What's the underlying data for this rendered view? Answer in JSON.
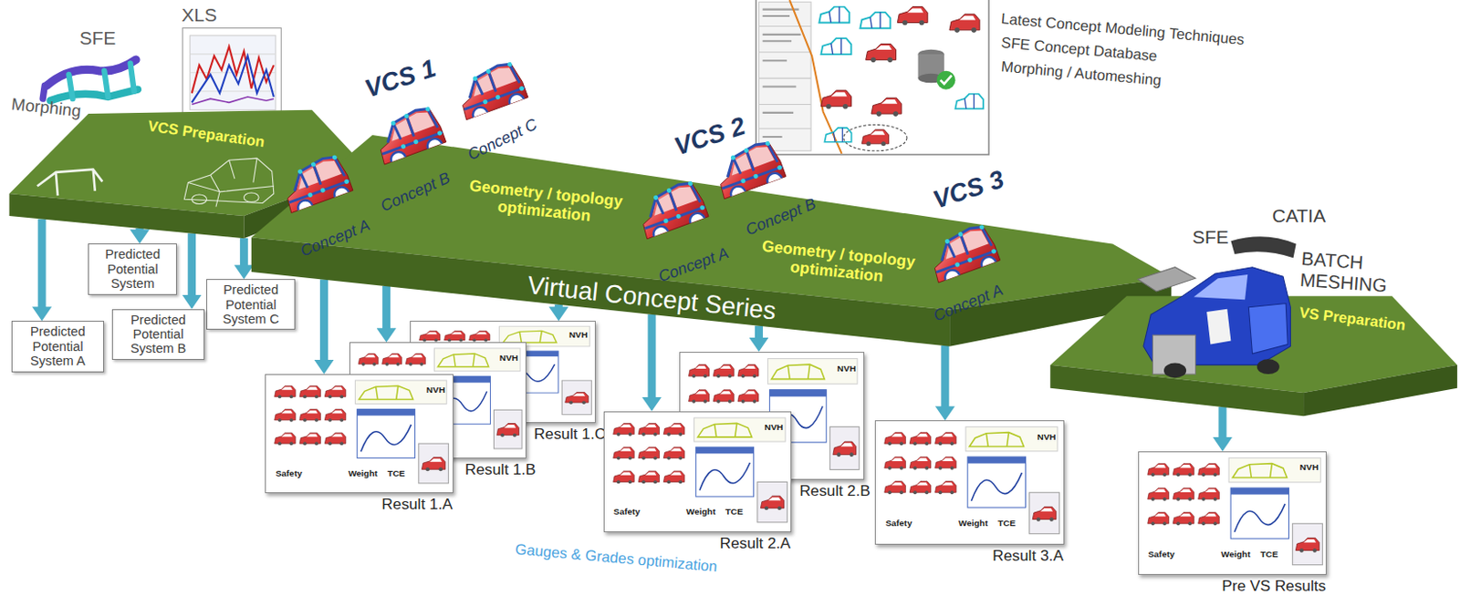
{
  "diagram": {
    "nodes": [
      {
        "text": [
          "VCS Preparation"
        ]
      },
      {
        "text": [
          "Virtual Concept Series"
        ]
      },
      {
        "text": [
          "VS Preparation"
        ]
      },
      {
        "text": [
          "Predicted Potential System"
        ]
      },
      {
        "text": [
          "Predicted Potential System C"
        ]
      },
      {
        "text": [
          "Predicted Potential System B"
        ]
      },
      {
        "text": [
          "Predicted Potential System A"
        ]
      },
      {
        "text": [
          "Result 1.C",
          "NVH"
        ]
      },
      {
        "text": [
          "Result 1.B",
          "NVH"
        ]
      },
      {
        "text": [
          "Result 1.A",
          "NVH",
          "Safety",
          "Weight",
          "TCE"
        ]
      },
      {
        "text": [
          "Result 2.B",
          "NVH"
        ]
      },
      {
        "text": [
          "Result 2.A",
          "NVH",
          "Safety",
          "Weight",
          "TCE"
        ]
      },
      {
        "text": [
          "Result 3.A",
          "NVH",
          "Safety",
          "Weight",
          "TCE"
        ]
      },
      {
        "text": [
          "Pre VS Results",
          "NVH",
          "Safety",
          "Weight",
          "TCE"
        ]
      }
    ],
    "edges": [
      {
        "from": 0,
        "to": 3,
        "arrow": "to"
      },
      {
        "from": 0,
        "to": 4,
        "arrow": "to"
      },
      {
        "from": 0,
        "to": 5,
        "arrow": "to"
      },
      {
        "from": 0,
        "to": 6,
        "arrow": "to"
      },
      {
        "from": 1,
        "to": 7,
        "arrow": "to"
      },
      {
        "from": 1,
        "to": 8,
        "arrow": "to"
      },
      {
        "from": 1,
        "to": 9,
        "arrow": "to"
      },
      {
        "from": 1,
        "to": 10,
        "arrow": "to"
      },
      {
        "from": 1,
        "to": 11,
        "arrow": "to"
      },
      {
        "from": 1,
        "to": 12,
        "arrow": "to"
      },
      {
        "from": 2,
        "to": 13,
        "arrow": "to"
      }
    ],
    "labels": [
      "SFE",
      "XLS",
      "Morphing",
      "VCS 1",
      "Concept A",
      "Concept B",
      "Concept C",
      "VCS 2",
      "Concept A",
      "Concept B",
      "VCS 3",
      "Concept A",
      "Geometry / topology optimization",
      "Geometry / topology optimization",
      "Latest Concept Modeling Techniques",
      "SFE Concept Database",
      "Morphing / Automeshing",
      "CATIA",
      "SFE",
      "BATCH MESHING",
      "Gauges & Grades optimization"
    ]
  }
}
